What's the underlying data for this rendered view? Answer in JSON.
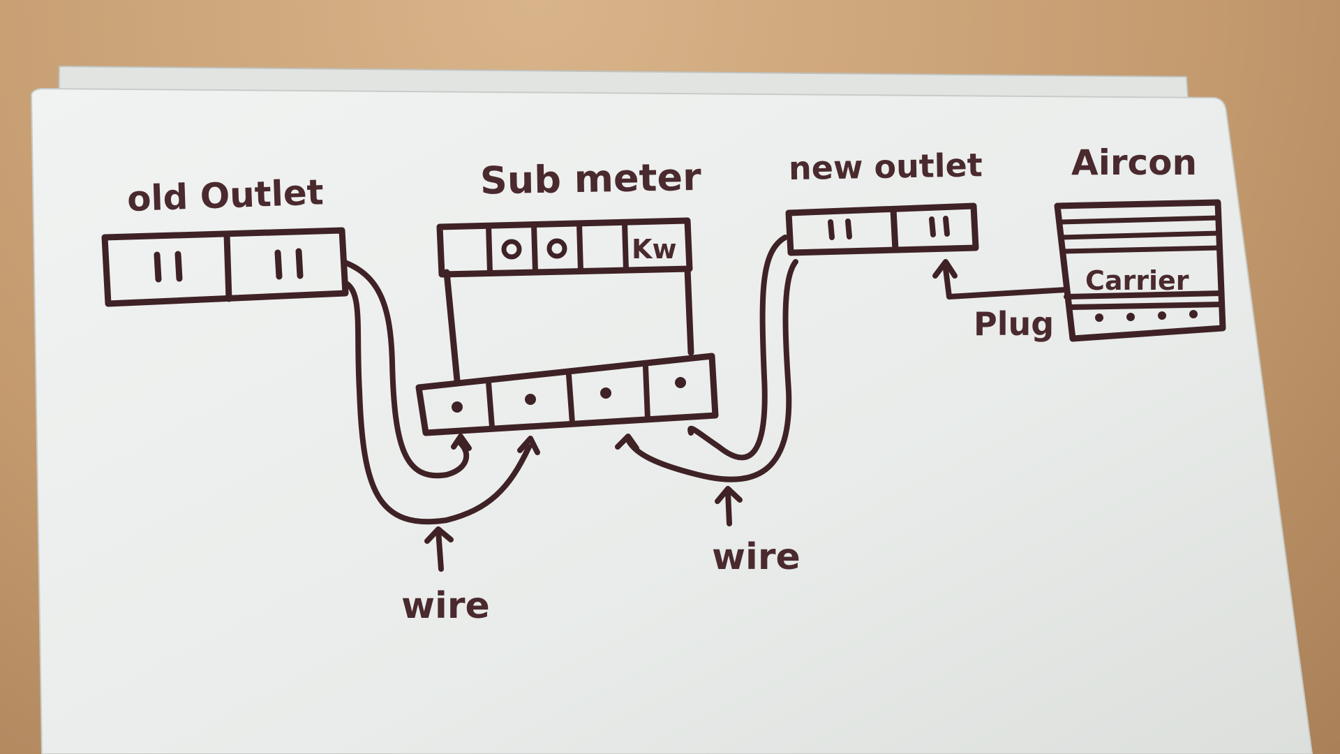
{
  "labels": {
    "old_outlet": "old Outlet",
    "submeter": "Sub meter",
    "new_outlet": "new outlet",
    "aircon": "Aircon",
    "carrier": "Carrier",
    "plug": "Plug",
    "wire_left": "wire",
    "wire_right": "wire",
    "meter_unit": "Kw"
  },
  "outlet_slot_glyph": "I I",
  "colors": {
    "ink": "#3f2226",
    "label_ink": "#4a2a2e",
    "paper": "#eef0ef",
    "table": "#c39a6e"
  }
}
